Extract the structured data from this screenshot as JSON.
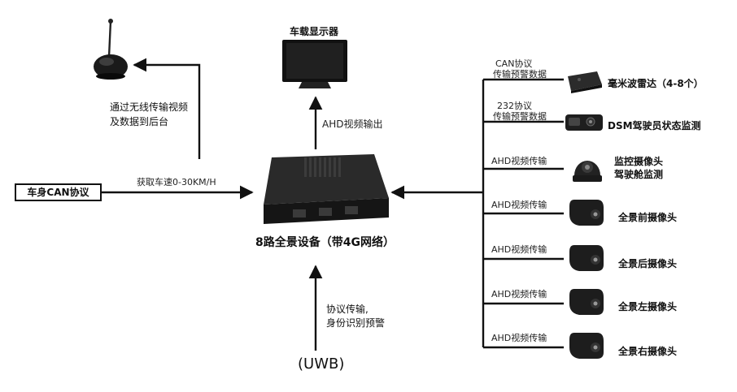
{
  "labels": {
    "display_title": "车载显示器",
    "ahd_output": "AHD视频输出",
    "wireless_line1": "通过无线传输视频",
    "wireless_line2": "及数据到后台",
    "can_body": "车身CAN协议",
    "speed": "获取车速0-30KM/H",
    "device_title": "8路全景设备（带4G网络）",
    "uwb": "(UWB)",
    "uwb_line1": "协议传输,",
    "uwb_line2": "身份识别预警"
  },
  "right_inputs": [
    {
      "link_line1": "CAN协议",
      "link_line2": "传输预警数据",
      "device": "毫米波雷达（4-8个）",
      "icon": "radar-icon"
    },
    {
      "link_line1": "232协议",
      "link_line2": "传输预警数据",
      "device": "DSM驾驶员状态监测",
      "icon": "dsm-icon"
    },
    {
      "link_line1": "AHD视频传输",
      "device_line1": "监控摄像头",
      "device_line2": "驾驶舱监测",
      "icon": "dome-camera-icon"
    },
    {
      "link_line1": "AHD视频传输",
      "device": "全景前摄像头",
      "icon": "camera-icon"
    },
    {
      "link_line1": "AHD视频传输",
      "device": "全景后摄像头",
      "icon": "camera-icon"
    },
    {
      "link_line1": "AHD视频传输",
      "device": "全景左摄像头",
      "icon": "camera-icon"
    },
    {
      "link_line1": "AHD视频传输",
      "device": "全景右摄像头",
      "icon": "camera-icon"
    }
  ],
  "colors": {
    "line": "#111111",
    "device_body": "#1c1c1c"
  }
}
